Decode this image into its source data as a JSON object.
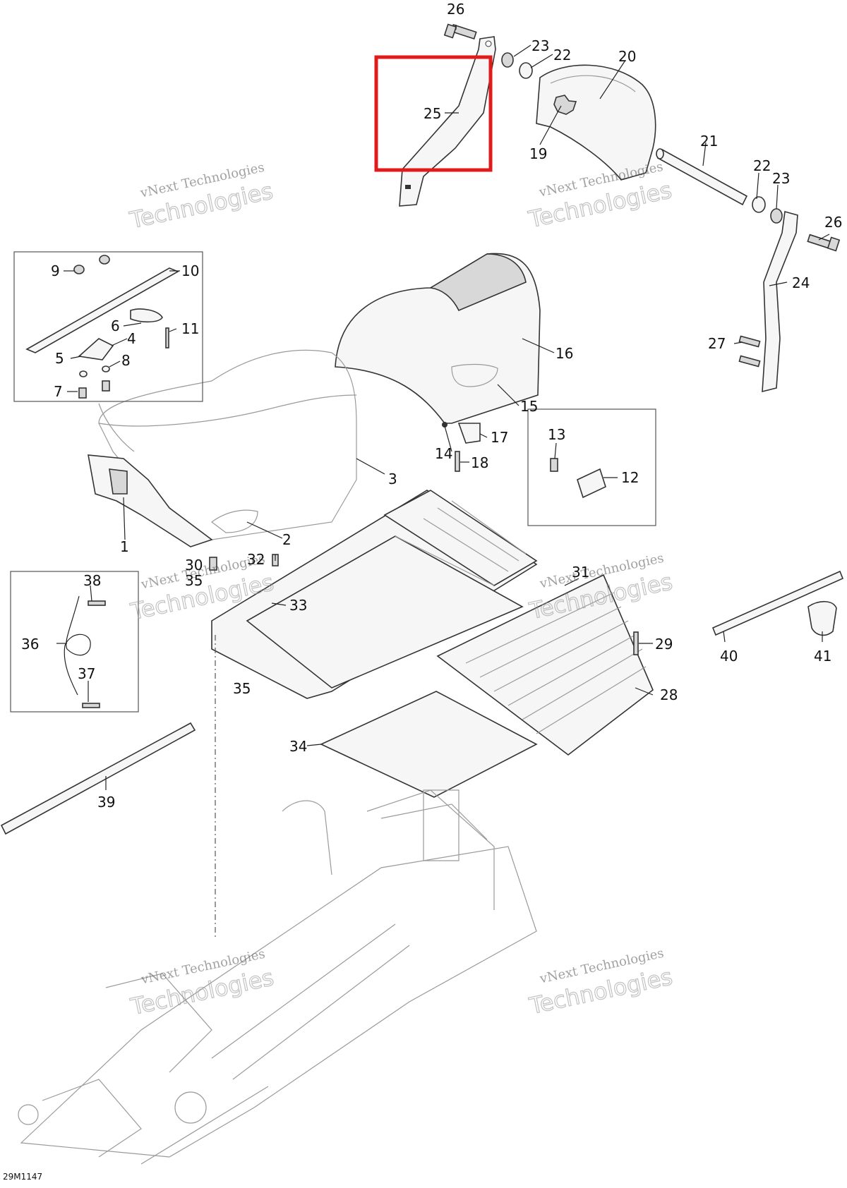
{
  "diagram": {
    "drawing_code": "29M1147",
    "highlight_color": "#e01b1b",
    "watermark": {
      "line1": "vNext Technologies",
      "line2": "Technologies"
    },
    "callouts": [
      {
        "id": "c26a",
        "text": "26"
      },
      {
        "id": "c23a",
        "text": "23"
      },
      {
        "id": "c22a",
        "text": "22"
      },
      {
        "id": "c20",
        "text": "20"
      },
      {
        "id": "c25",
        "text": "25"
      },
      {
        "id": "c19",
        "text": "19"
      },
      {
        "id": "c21",
        "text": "21"
      },
      {
        "id": "c22b",
        "text": "22"
      },
      {
        "id": "c23b",
        "text": "23"
      },
      {
        "id": "c26b",
        "text": "26"
      },
      {
        "id": "c24",
        "text": "24"
      },
      {
        "id": "c27",
        "text": "27"
      },
      {
        "id": "c9",
        "text": "9"
      },
      {
        "id": "c10",
        "text": "10"
      },
      {
        "id": "c6",
        "text": "6"
      },
      {
        "id": "c11",
        "text": "11"
      },
      {
        "id": "c4",
        "text": "4"
      },
      {
        "id": "c5",
        "text": "5"
      },
      {
        "id": "c8",
        "text": "8"
      },
      {
        "id": "c7",
        "text": "7"
      },
      {
        "id": "c16",
        "text": "16"
      },
      {
        "id": "c15",
        "text": "15"
      },
      {
        "id": "c17",
        "text": "17"
      },
      {
        "id": "c14",
        "text": "14"
      },
      {
        "id": "c18",
        "text": "18"
      },
      {
        "id": "c13",
        "text": "13"
      },
      {
        "id": "c12",
        "text": "12"
      },
      {
        "id": "c3",
        "text": "3"
      },
      {
        "id": "c1",
        "text": "1"
      },
      {
        "id": "c2",
        "text": "2"
      },
      {
        "id": "c30",
        "text": "30"
      },
      {
        "id": "c35a",
        "text": "35"
      },
      {
        "id": "c32",
        "text": "32"
      },
      {
        "id": "c31",
        "text": "31"
      },
      {
        "id": "c33",
        "text": "33"
      },
      {
        "id": "c38",
        "text": "38"
      },
      {
        "id": "c36",
        "text": "36"
      },
      {
        "id": "c37",
        "text": "37"
      },
      {
        "id": "c35b",
        "text": "35"
      },
      {
        "id": "c29",
        "text": "29"
      },
      {
        "id": "c28",
        "text": "28"
      },
      {
        "id": "c34",
        "text": "34"
      },
      {
        "id": "c40",
        "text": "40"
      },
      {
        "id": "c41",
        "text": "41"
      },
      {
        "id": "c39",
        "text": "39"
      }
    ]
  }
}
